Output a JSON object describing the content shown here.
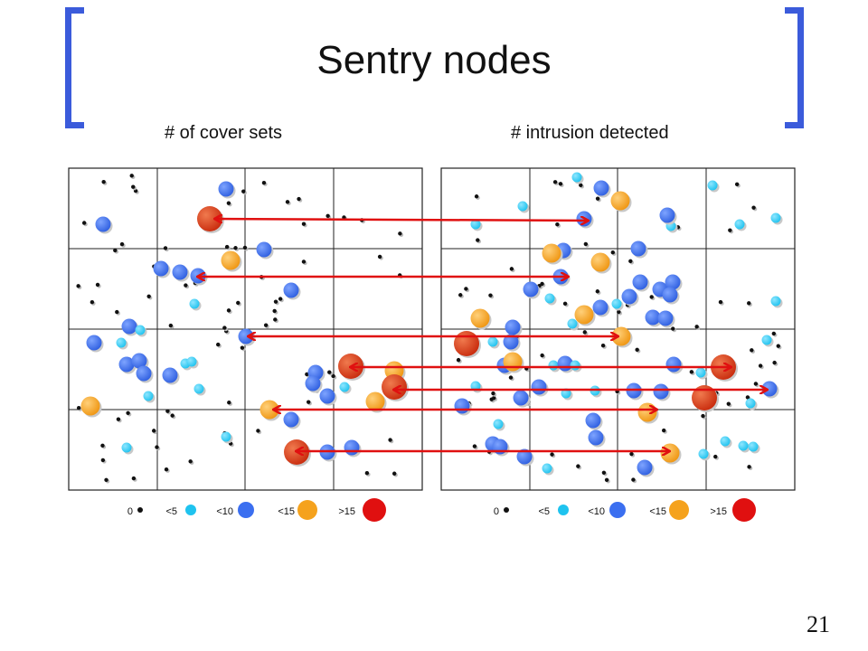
{
  "slide": {
    "title": "Sentry nodes",
    "page_number": "21"
  },
  "panels": [
    {
      "label": "# of cover sets"
    },
    {
      "label": "# intrusion detected"
    }
  ],
  "legend": [
    {
      "label": "0",
      "category": "zero",
      "color": "#111111"
    },
    {
      "label": "<5",
      "category": "lt5",
      "color": "#1fc3ef"
    },
    {
      "label": "<10",
      "category": "lt10",
      "color": "#3b6ff0"
    },
    {
      "label": "<15",
      "category": "lt15",
      "color": "#f5a21d"
    },
    {
      "label": ">15",
      "category": "gt15",
      "color": "#e01010"
    }
  ],
  "colors": {
    "bracket": "#3b5bdb",
    "arrow": "#e01010",
    "grid": "#222222"
  },
  "icons": [
    "double-arrow-icon",
    "node-dot-icon"
  ]
}
